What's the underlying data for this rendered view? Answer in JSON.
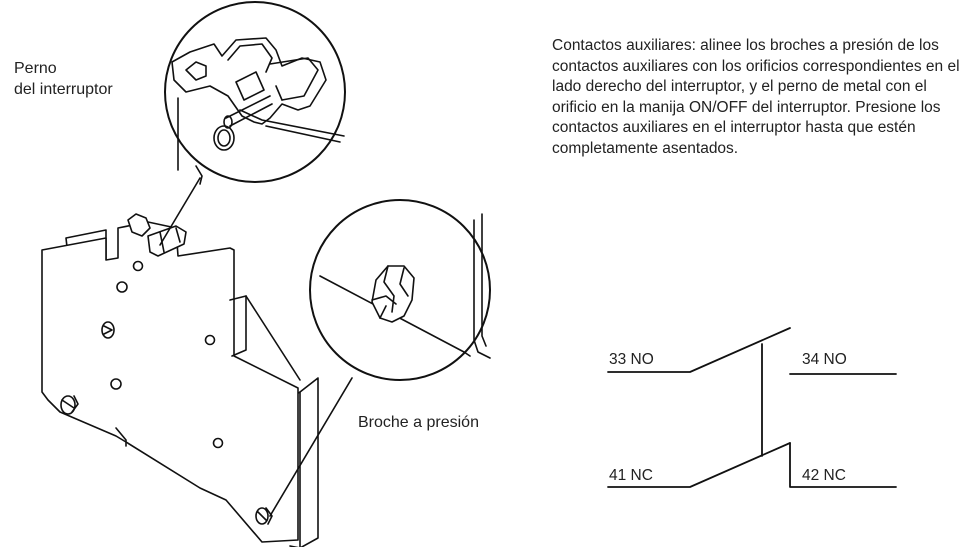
{
  "labels": {
    "bolt_line1": "Perno",
    "bolt_line2": "del interruptor",
    "snap": "Broche a presión"
  },
  "instructions": "Contactos auxiliares: alinee los broches a presión de los contactos auxiliares con los orificios correspondientes en el lado derecho del interruptor, y el perno de metal con el orificio en la manija ON/OFF del interruptor. Presione los contactos auxiliares en el interruptor hasta que estén completamente asentados.",
  "wiring": {
    "no_in": "33 NO",
    "no_out": "34 NO",
    "nc_in": "41 NC",
    "nc_out": "42 NC"
  }
}
